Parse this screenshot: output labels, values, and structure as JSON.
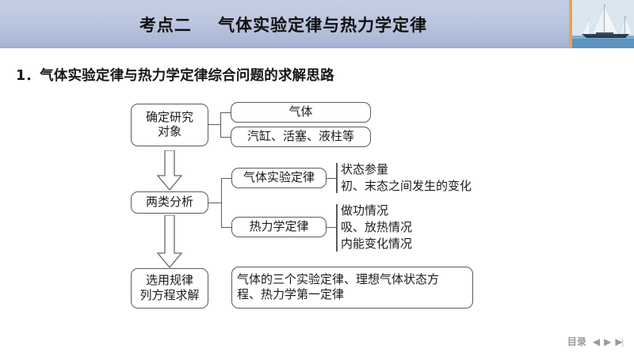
{
  "header": {
    "title": "考点二    气体实验定律与热力学定律",
    "photo_alt": "sailboat-photo",
    "accent_color": "#efa14a",
    "banner_color": "#bcc7e0"
  },
  "section": {
    "heading": "1．气体实验定律与热力学定律综合问题的求解思路"
  },
  "diagram": {
    "nodes": {
      "object": "确定研究\n对象",
      "gas": "气体",
      "cylinder": "汽缸、活塞、液柱等",
      "analysis": "两类分析",
      "gas_law": "气体实验定律",
      "thermo_law": "热力学定律",
      "select_rule": "选用规律\n列方程求解",
      "formulas": "气体的三个实验定律、理想气体状态方\n程、热力学第一定律"
    },
    "gas_law_items": [
      "状态参量",
      "初、末态之间发生的变化"
    ],
    "thermo_law_items": [
      "做功情况",
      "吸、放热情况",
      "内能变化情况"
    ]
  },
  "footer": {
    "label": "目录",
    "prev_icon": "◀",
    "next_icon": "▶",
    "end_icon": "▶|"
  }
}
